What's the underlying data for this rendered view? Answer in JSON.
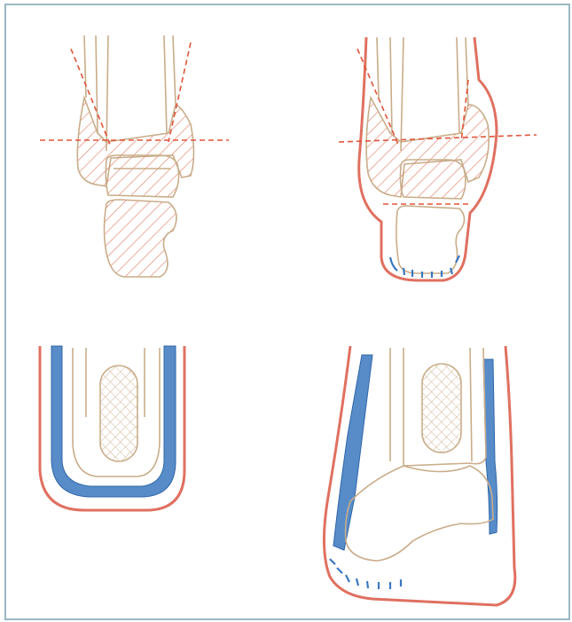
{
  "figure": {
    "panels": [
      {
        "id": "top-left"
      },
      {
        "id": "top-right"
      },
      {
        "id": "bottom-left"
      },
      {
        "id": "bottom-right"
      }
    ]
  },
  "colors": {
    "frame_border": "#9ab8c4",
    "bone_outline": "#c9ad8a",
    "hatch": "#e0826a",
    "cut_line": "#e0553a",
    "skin": "#e07060",
    "tendon_fat": "#3a78c0",
    "background": "#ffffff"
  },
  "icons": {
    "cut_line": "dashed-line",
    "hatched_region": "diagonal-hatch",
    "marrow": "cross-hatch"
  }
}
